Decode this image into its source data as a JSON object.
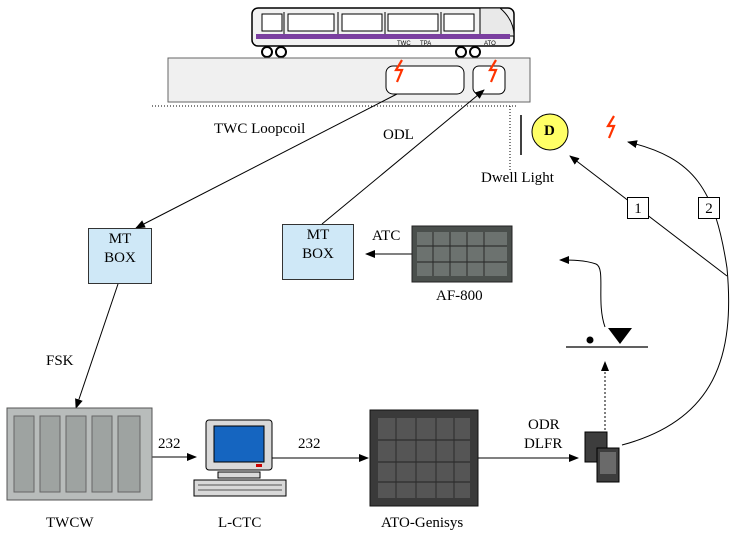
{
  "train": {
    "labels": [
      "TWC",
      "TPA",
      "ATO"
    ]
  },
  "labels": {
    "loopcoil": "TWC Loopcoil",
    "odl": "ODL",
    "dwell_light": "Dwell Light",
    "dwell_symbol": "D",
    "atc": "ATC",
    "af800": "AF-800",
    "fsk": "FSK",
    "twcw": "TWCW",
    "lctc": "L-CTC",
    "ato_genisys": "ATO-Genisys",
    "link1": "232",
    "link2": "232",
    "odr": "ODR",
    "dlfr": "DLFR"
  },
  "mt_box_left": {
    "line1": "MT",
    "line2": "BOX"
  },
  "mt_box_right": {
    "line1": "MT",
    "line2": "BOX"
  },
  "callouts": {
    "one": "1",
    "two": "2"
  },
  "colors": {
    "box_fill": "#cfe8f7",
    "dwell_fill": "#ffff66",
    "lightning": "#ff3300",
    "train_stripe": "#7b3fa0"
  }
}
